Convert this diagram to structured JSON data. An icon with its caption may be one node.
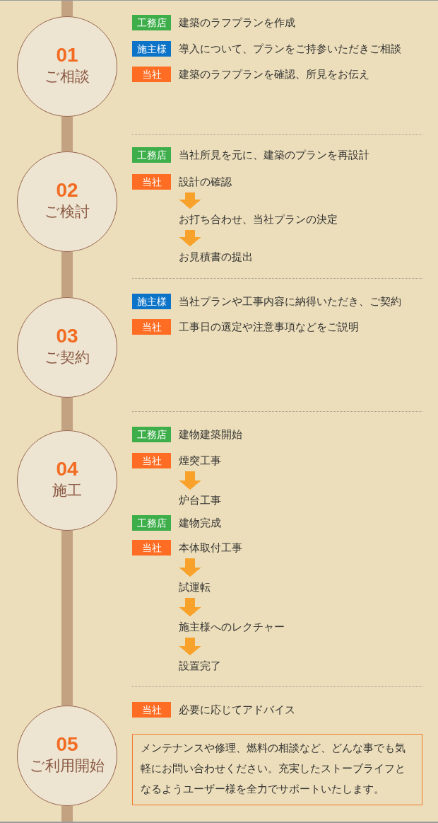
{
  "diagram": {
    "nodes": [
      {
        "text": [
          "01",
          "ご相談"
        ]
      },
      {
        "text": [
          "工務店"
        ]
      },
      {
        "text": [
          "建築のラフプランを作成"
        ]
      },
      {
        "text": [
          "施主様"
        ]
      },
      {
        "text": [
          "導入について、プランをご持参いただきご相談"
        ]
      },
      {
        "text": [
          "当社"
        ]
      },
      {
        "text": [
          "建築のラフプランを確認、所見をお伝え"
        ]
      },
      {
        "text": [
          "02",
          "ご検討"
        ]
      },
      {
        "text": [
          "工務店"
        ]
      },
      {
        "text": [
          "当社所見を元に、建築のプランを再設計"
        ]
      },
      {
        "text": [
          "当社"
        ]
      },
      {
        "text": [
          "設計の確認"
        ]
      },
      {
        "text": [
          "お打ち合わせ、当社プランの決定"
        ]
      },
      {
        "text": [
          "お見積書の提出"
        ]
      },
      {
        "text": [
          "03",
          "ご契約"
        ]
      },
      {
        "text": [
          "施主様"
        ]
      },
      {
        "text": [
          "当社プランや工事内容に納得いただき、ご契約"
        ]
      },
      {
        "text": [
          "当社"
        ]
      },
      {
        "text": [
          "工事日の選定や注意事項などをご説明"
        ]
      },
      {
        "text": [
          "04",
          "施工"
        ]
      },
      {
        "text": [
          "工務店"
        ]
      },
      {
        "text": [
          "建物建築開始"
        ]
      },
      {
        "text": [
          "当社"
        ]
      },
      {
        "text": [
          "煙突工事"
        ]
      },
      {
        "text": [
          "炉台工事"
        ]
      },
      {
        "text": [
          "工務店"
        ]
      },
      {
        "text": [
          "建物完成"
        ]
      },
      {
        "text": [
          "当社"
        ]
      },
      {
        "text": [
          "本体取付工事"
        ]
      },
      {
        "text": [
          "試運転"
        ]
      },
      {
        "text": [
          "施主様へのレクチャー"
        ]
      },
      {
        "text": [
          "設置完了"
        ]
      },
      {
        "text": [
          "05",
          "ご利用開始"
        ]
      },
      {
        "text": [
          "当社"
        ]
      },
      {
        "text": [
          "必要に応じてアドバイス"
        ]
      },
      {
        "text": [
          "メンテナンスや修理、燃料の相談など、どんな事でも気軽にお問い合わせください。充実したストーブライフとなるようユーザー様を全力でサポートいたします。"
        ]
      }
    ],
    "edges": [
      {
        "from": null,
        "to": 0,
        "arrow": "none",
        "color": "#c3a282"
      },
      {
        "from": 0,
        "to": 7,
        "arrow": "none",
        "color": "#c3a282"
      },
      {
        "from": 7,
        "to": 14,
        "arrow": "none",
        "color": "#c3a282"
      },
      {
        "from": 14,
        "to": 19,
        "arrow": "none",
        "color": "#c3a282"
      },
      {
        "from": 19,
        "to": 32,
        "arrow": "none",
        "color": "#c3a282"
      },
      {
        "from": 32,
        "to": null,
        "arrow": "none",
        "color": "#c3a282"
      },
      {
        "from": 11,
        "to": 12,
        "arrow": "to"
      },
      {
        "from": 12,
        "to": 13,
        "arrow": "to"
      },
      {
        "from": 23,
        "to": 24,
        "arrow": "to"
      },
      {
        "from": 28,
        "to": 29,
        "arrow": "to"
      },
      {
        "from": 29,
        "to": 30,
        "arrow": "to"
      },
      {
        "from": 30,
        "to": 31,
        "arrow": "to"
      }
    ]
  }
}
